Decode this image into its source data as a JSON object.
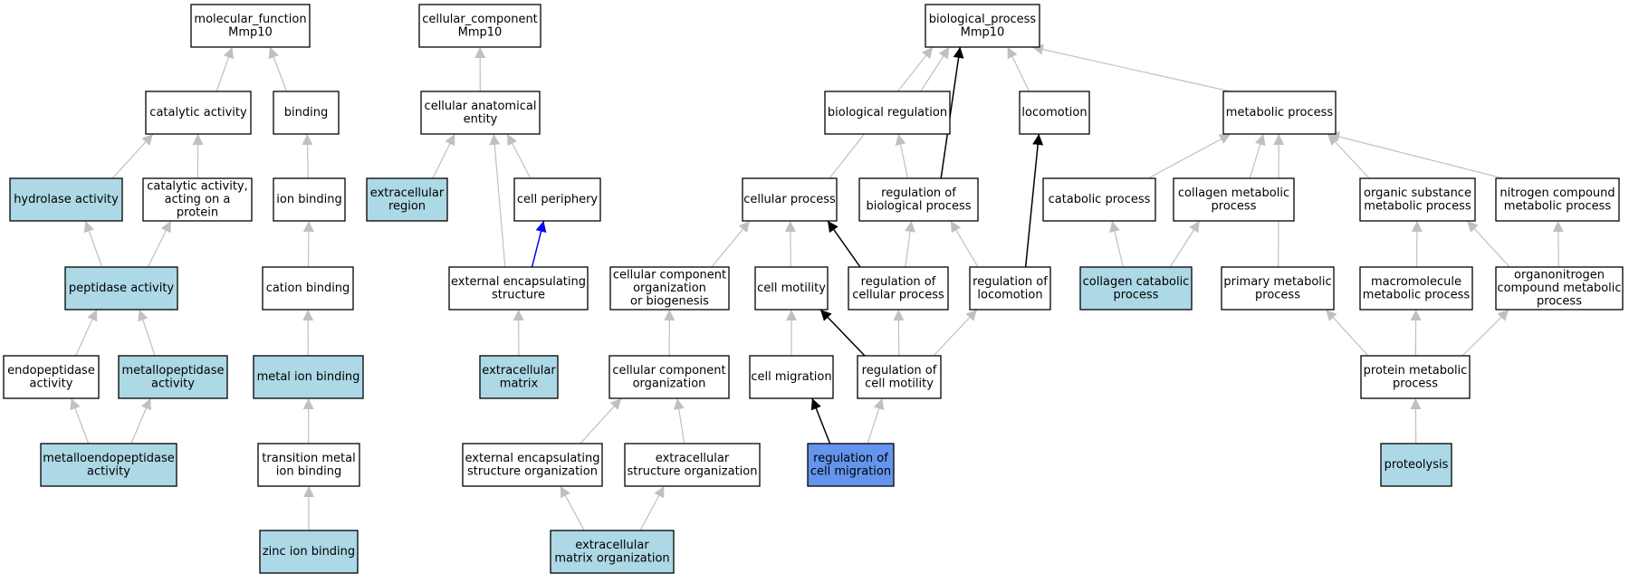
{
  "palette": {
    "node_fill": "#ffffff",
    "node_fill_annotated": "#add8e6",
    "node_fill_query": "#6495ed",
    "node_stroke": "#000000",
    "edge_is_a": "#c0c0c0",
    "edge_regulates": "#000000",
    "edge_part_of": "#0000ff"
  },
  "nodes": {
    "mf_root": {
      "lines": [
        "molecular_function",
        "Mmp10"
      ],
      "kind": "plain"
    },
    "catalytic_activity": {
      "lines": [
        "catalytic activity"
      ],
      "kind": "plain"
    },
    "binding": {
      "lines": [
        "binding"
      ],
      "kind": "plain"
    },
    "hydrolase_activity": {
      "lines": [
        "hydrolase activity"
      ],
      "kind": "annotated"
    },
    "catalytic_protein": {
      "lines": [
        "catalytic activity,",
        "acting on a",
        "protein"
      ],
      "kind": "plain"
    },
    "ion_binding": {
      "lines": [
        "ion binding"
      ],
      "kind": "plain"
    },
    "peptidase_activity": {
      "lines": [
        "peptidase activity"
      ],
      "kind": "annotated"
    },
    "cation_binding": {
      "lines": [
        "cation binding"
      ],
      "kind": "plain"
    },
    "endopeptidase_activity": {
      "lines": [
        "endopeptidase",
        "activity"
      ],
      "kind": "plain"
    },
    "metallopeptidase_activity": {
      "lines": [
        "metallopeptidase",
        "activity"
      ],
      "kind": "annotated"
    },
    "metal_ion_binding": {
      "lines": [
        "metal ion binding"
      ],
      "kind": "annotated"
    },
    "metalloendopeptidase_activity": {
      "lines": [
        "metalloendopeptidase",
        "activity"
      ],
      "kind": "annotated"
    },
    "transition_metal_ion_binding": {
      "lines": [
        "transition metal",
        "ion binding"
      ],
      "kind": "plain"
    },
    "zinc_ion_binding": {
      "lines": [
        "zinc ion binding"
      ],
      "kind": "annotated"
    },
    "cc_root": {
      "lines": [
        "cellular_component",
        "Mmp10"
      ],
      "kind": "plain"
    },
    "cellular_anatomical_entity": {
      "lines": [
        "cellular anatomical",
        "entity"
      ],
      "kind": "plain"
    },
    "extracellular_region": {
      "lines": [
        "extracellular",
        "region"
      ],
      "kind": "annotated"
    },
    "cell_periphery": {
      "lines": [
        "cell periphery"
      ],
      "kind": "plain"
    },
    "external_encapsulating_structure": {
      "lines": [
        "external encapsulating",
        "structure"
      ],
      "kind": "plain"
    },
    "extracellular_matrix": {
      "lines": [
        "extracellular",
        "matrix"
      ],
      "kind": "annotated"
    },
    "bp_root": {
      "lines": [
        "biological_process",
        "Mmp10"
      ],
      "kind": "plain"
    },
    "biological_regulation": {
      "lines": [
        "biological regulation"
      ],
      "kind": "plain"
    },
    "locomotion": {
      "lines": [
        "locomotion"
      ],
      "kind": "plain"
    },
    "metabolic_process": {
      "lines": [
        "metabolic process"
      ],
      "kind": "plain"
    },
    "cellular_process": {
      "lines": [
        "cellular process"
      ],
      "kind": "plain"
    },
    "regulation_of_biological_process": {
      "lines": [
        "regulation of",
        "biological process"
      ],
      "kind": "plain"
    },
    "catabolic_process": {
      "lines": [
        "catabolic process"
      ],
      "kind": "plain"
    },
    "collagen_metabolic_process": {
      "lines": [
        "collagen metabolic",
        "process"
      ],
      "kind": "plain"
    },
    "organic_substance_metabolic_process": {
      "lines": [
        "organic substance",
        "metabolic process"
      ],
      "kind": "plain"
    },
    "nitrogen_compound_metabolic_process": {
      "lines": [
        "nitrogen compound",
        "metabolic process"
      ],
      "kind": "plain"
    },
    "cc_organization_or_biogenesis": {
      "lines": [
        "cellular component",
        "organization",
        "or biogenesis"
      ],
      "kind": "plain"
    },
    "cell_motility": {
      "lines": [
        "cell motility"
      ],
      "kind": "plain"
    },
    "regulation_of_cellular_process": {
      "lines": [
        "regulation of",
        "cellular process"
      ],
      "kind": "plain"
    },
    "regulation_of_locomotion": {
      "lines": [
        "regulation of",
        "locomotion"
      ],
      "kind": "plain"
    },
    "collagen_catabolic_process": {
      "lines": [
        "collagen catabolic",
        "process"
      ],
      "kind": "annotated"
    },
    "primary_metabolic_process": {
      "lines": [
        "primary metabolic",
        "process"
      ],
      "kind": "plain"
    },
    "macromolecule_metabolic_process": {
      "lines": [
        "macromolecule",
        "metabolic process"
      ],
      "kind": "plain"
    },
    "organonitrogen_compound_metabolic_process": {
      "lines": [
        "organonitrogen",
        "compound metabolic",
        "process"
      ],
      "kind": "plain"
    },
    "cc_organization": {
      "lines": [
        "cellular component",
        "organization"
      ],
      "kind": "plain"
    },
    "cell_migration": {
      "lines": [
        "cell migration"
      ],
      "kind": "plain"
    },
    "regulation_of_cell_motility": {
      "lines": [
        "regulation of",
        "cell motility"
      ],
      "kind": "plain"
    },
    "protein_metabolic_process": {
      "lines": [
        "protein metabolic",
        "process"
      ],
      "kind": "plain"
    },
    "external_encapsulating_structure_organization": {
      "lines": [
        "external encapsulating",
        "structure organization"
      ],
      "kind": "plain"
    },
    "extracellular_structure_organization": {
      "lines": [
        "extracellular",
        "structure organization"
      ],
      "kind": "plain"
    },
    "regulation_of_cell_migration": {
      "lines": [
        "regulation of",
        "cell migration"
      ],
      "kind": "query"
    },
    "proteolysis": {
      "lines": [
        "proteolysis"
      ],
      "kind": "annotated"
    },
    "extracellular_matrix_organization": {
      "lines": [
        "extracellular",
        "matrix organization"
      ],
      "kind": "annotated"
    }
  },
  "edges": [
    {
      "from": "catalytic_activity",
      "to": "mf_root",
      "type": "is_a"
    },
    {
      "from": "binding",
      "to": "mf_root",
      "type": "is_a"
    },
    {
      "from": "hydrolase_activity",
      "to": "catalytic_activity",
      "type": "is_a"
    },
    {
      "from": "catalytic_protein",
      "to": "catalytic_activity",
      "type": "is_a"
    },
    {
      "from": "ion_binding",
      "to": "binding",
      "type": "is_a"
    },
    {
      "from": "peptidase_activity",
      "to": "hydrolase_activity",
      "type": "is_a"
    },
    {
      "from": "peptidase_activity",
      "to": "catalytic_protein",
      "type": "is_a"
    },
    {
      "from": "cation_binding",
      "to": "ion_binding",
      "type": "is_a"
    },
    {
      "from": "endopeptidase_activity",
      "to": "peptidase_activity",
      "type": "is_a"
    },
    {
      "from": "metallopeptidase_activity",
      "to": "peptidase_activity",
      "type": "is_a"
    },
    {
      "from": "metal_ion_binding",
      "to": "cation_binding",
      "type": "is_a"
    },
    {
      "from": "metalloendopeptidase_activity",
      "to": "endopeptidase_activity",
      "type": "is_a"
    },
    {
      "from": "metalloendopeptidase_activity",
      "to": "metallopeptidase_activity",
      "type": "is_a"
    },
    {
      "from": "transition_metal_ion_binding",
      "to": "metal_ion_binding",
      "type": "is_a"
    },
    {
      "from": "zinc_ion_binding",
      "to": "transition_metal_ion_binding",
      "type": "is_a"
    },
    {
      "from": "cellular_anatomical_entity",
      "to": "cc_root",
      "type": "is_a"
    },
    {
      "from": "extracellular_region",
      "to": "cellular_anatomical_entity",
      "type": "is_a"
    },
    {
      "from": "cell_periphery",
      "to": "cellular_anatomical_entity",
      "type": "is_a"
    },
    {
      "from": "external_encapsulating_structure",
      "to": "cellular_anatomical_entity",
      "type": "is_a"
    },
    {
      "from": "external_encapsulating_structure",
      "to": "cell_periphery",
      "type": "part_of"
    },
    {
      "from": "extracellular_matrix",
      "to": "external_encapsulating_structure",
      "type": "is_a"
    },
    {
      "from": "biological_regulation",
      "to": "bp_root",
      "type": "is_a"
    },
    {
      "from": "locomotion",
      "to": "bp_root",
      "type": "is_a"
    },
    {
      "from": "metabolic_process",
      "to": "bp_root",
      "type": "is_a"
    },
    {
      "from": "cellular_process",
      "to": "bp_root",
      "type": "is_a"
    },
    {
      "from": "regulation_of_biological_process",
      "to": "bp_root",
      "type": "regulates"
    },
    {
      "from": "regulation_of_biological_process",
      "to": "biological_regulation",
      "type": "is_a"
    },
    {
      "from": "catabolic_process",
      "to": "metabolic_process",
      "type": "is_a"
    },
    {
      "from": "collagen_metabolic_process",
      "to": "metabolic_process",
      "type": "is_a"
    },
    {
      "from": "organic_substance_metabolic_process",
      "to": "metabolic_process",
      "type": "is_a"
    },
    {
      "from": "nitrogen_compound_metabolic_process",
      "to": "metabolic_process",
      "type": "is_a"
    },
    {
      "from": "primary_metabolic_process",
      "to": "metabolic_process",
      "type": "is_a"
    },
    {
      "from": "cc_organization_or_biogenesis",
      "to": "cellular_process",
      "type": "is_a"
    },
    {
      "from": "cell_motility",
      "to": "cellular_process",
      "type": "is_a"
    },
    {
      "from": "regulation_of_cellular_process",
      "to": "cellular_process",
      "type": "regulates"
    },
    {
      "from": "regulation_of_cellular_process",
      "to": "regulation_of_biological_process",
      "type": "is_a"
    },
    {
      "from": "regulation_of_locomotion",
      "to": "regulation_of_biological_process",
      "type": "is_a"
    },
    {
      "from": "regulation_of_locomotion",
      "to": "locomotion",
      "type": "regulates"
    },
    {
      "from": "collagen_catabolic_process",
      "to": "catabolic_process",
      "type": "is_a"
    },
    {
      "from": "collagen_catabolic_process",
      "to": "collagen_metabolic_process",
      "type": "is_a"
    },
    {
      "from": "macromolecule_metabolic_process",
      "to": "organic_substance_metabolic_process",
      "type": "is_a"
    },
    {
      "from": "organonitrogen_compound_metabolic_process",
      "to": "organic_substance_metabolic_process",
      "type": "is_a"
    },
    {
      "from": "organonitrogen_compound_metabolic_process",
      "to": "nitrogen_compound_metabolic_process",
      "type": "is_a"
    },
    {
      "from": "cc_organization",
      "to": "cc_organization_or_biogenesis",
      "type": "is_a"
    },
    {
      "from": "cell_migration",
      "to": "cell_motility",
      "type": "is_a"
    },
    {
      "from": "regulation_of_cell_motility",
      "to": "cell_motility",
      "type": "regulates"
    },
    {
      "from": "regulation_of_cell_motility",
      "to": "regulation_of_cellular_process",
      "type": "is_a"
    },
    {
      "from": "regulation_of_cell_motility",
      "to": "regulation_of_locomotion",
      "type": "is_a"
    },
    {
      "from": "protein_metabolic_process",
      "to": "primary_metabolic_process",
      "type": "is_a"
    },
    {
      "from": "protein_metabolic_process",
      "to": "macromolecule_metabolic_process",
      "type": "is_a"
    },
    {
      "from": "protein_metabolic_process",
      "to": "organonitrogen_compound_metabolic_process",
      "type": "is_a"
    },
    {
      "from": "external_encapsulating_structure_organization",
      "to": "cc_organization",
      "type": "is_a"
    },
    {
      "from": "extracellular_structure_organization",
      "to": "cc_organization",
      "type": "is_a"
    },
    {
      "from": "regulation_of_cell_migration",
      "to": "cell_migration",
      "type": "regulates"
    },
    {
      "from": "regulation_of_cell_migration",
      "to": "regulation_of_cell_motility",
      "type": "is_a"
    },
    {
      "from": "proteolysis",
      "to": "protein_metabolic_process",
      "type": "is_a"
    },
    {
      "from": "extracellular_matrix_organization",
      "to": "external_encapsulating_structure_organization",
      "type": "is_a"
    },
    {
      "from": "extracellular_matrix_organization",
      "to": "extracellular_structure_organization",
      "type": "is_a"
    }
  ]
}
